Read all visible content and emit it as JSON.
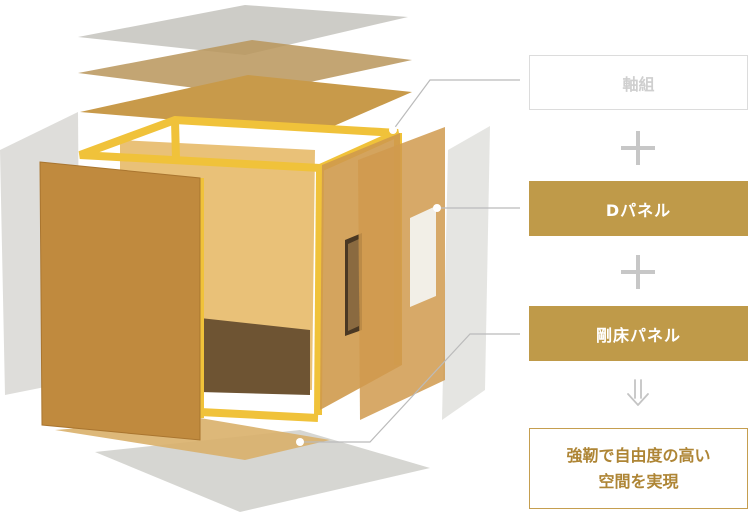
{
  "labels": {
    "frame": "軸組",
    "d_panel": "Dパネル",
    "floor_panel": "剛床パネル",
    "result_line1": "強靭で自由度の高い",
    "result_line2": "空間を実現"
  },
  "colors": {
    "gold": "#bf9a49",
    "frame_yellow": "#f0c23a",
    "panel_wood": "#c08a3e",
    "ghost_panel": "#cdccc6"
  },
  "icons": {
    "plus": "plus-icon",
    "arrow": "double-down-arrow-icon"
  }
}
